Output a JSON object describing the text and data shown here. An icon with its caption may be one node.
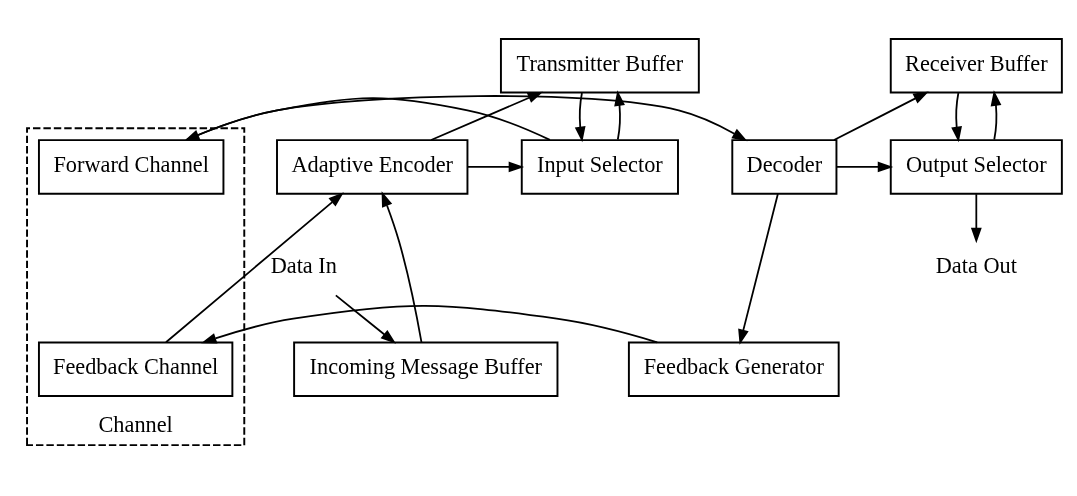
{
  "diagram": {
    "nodes": [
      {
        "text": [
          "Channel"
        ]
      },
      {
        "text": [
          "Transmitter Buffer"
        ]
      },
      {
        "text": [
          "Adaptive Encoder"
        ]
      },
      {
        "text": [
          "Input Selector"
        ]
      },
      {
        "text": [
          "Forward Channel"
        ],
        "in": 0
      },
      {
        "text": [
          "Receiver Buffer"
        ]
      },
      {
        "text": [
          "Decoder"
        ]
      },
      {
        "text": [
          "Output Selector"
        ]
      },
      {
        "text": [
          "Incoming Message Buffer"
        ]
      },
      {
        "text": [
          "Feedback Channel"
        ],
        "in": 0
      },
      {
        "text": [
          "Feedback Generator"
        ]
      },
      {
        "text": [
          "Data In"
        ]
      },
      {
        "text": [
          "Data Out"
        ]
      }
    ],
    "edges": [
      {
        "from": 2,
        "to": 1,
        "arrow": "to"
      },
      {
        "from": 1,
        "to": 3,
        "arrow": "to"
      },
      {
        "from": 3,
        "to": 1,
        "arrow": "to"
      },
      {
        "from": 2,
        "to": 3,
        "arrow": "to"
      },
      {
        "from": 3,
        "to": 4,
        "arrow": "to"
      },
      {
        "from": 4,
        "to": 6,
        "arrow": "to"
      },
      {
        "from": 6,
        "to": 5,
        "arrow": "to"
      },
      {
        "from": 5,
        "to": 7,
        "arrow": "to"
      },
      {
        "from": 7,
        "to": 5,
        "arrow": "to"
      },
      {
        "from": 6,
        "to": 7,
        "arrow": "to"
      },
      {
        "from": 6,
        "to": 10,
        "arrow": "to"
      },
      {
        "from": 10,
        "to": 9,
        "arrow": "to"
      },
      {
        "from": 9,
        "to": 2,
        "arrow": "to"
      },
      {
        "from": 8,
        "to": 2,
        "arrow": "to"
      },
      {
        "from": 11,
        "to": 8,
        "arrow": "to"
      },
      {
        "from": 7,
        "to": 12,
        "arrow": "to"
      }
    ]
  }
}
